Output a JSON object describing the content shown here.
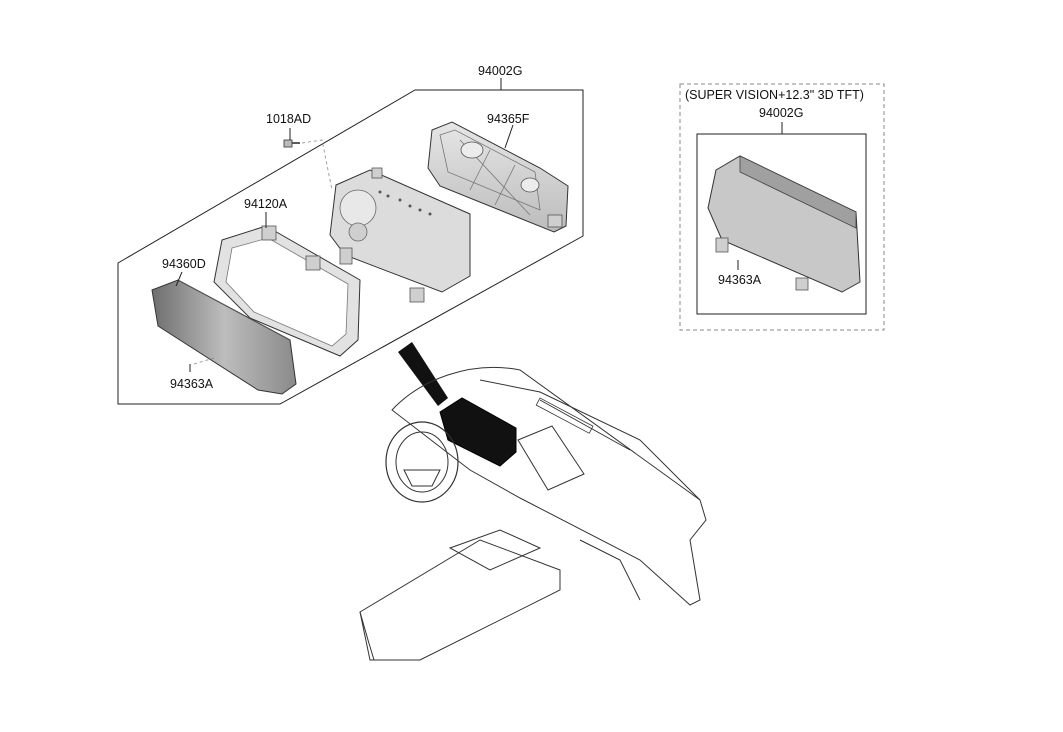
{
  "diagram": {
    "main_assembly": {
      "label": "94002G"
    },
    "screw": {
      "label": "1018AD"
    },
    "rear_case": {
      "label": "94365F"
    },
    "front_bezel": {
      "label": "94120A"
    },
    "window_glass": {
      "label": "94360D"
    },
    "bracket_left": {
      "label": "94363A"
    },
    "option_box": {
      "title": "(SUPER VISION+12.3\" 3D TFT)",
      "assembly_label": "94002G",
      "bracket_label": "94363A"
    }
  },
  "colors": {
    "line": "#222222",
    "part_fill": "#d9d9d9",
    "part_dark": "#9a9a9a",
    "highlight": "#111111",
    "dash": "#888888"
  }
}
